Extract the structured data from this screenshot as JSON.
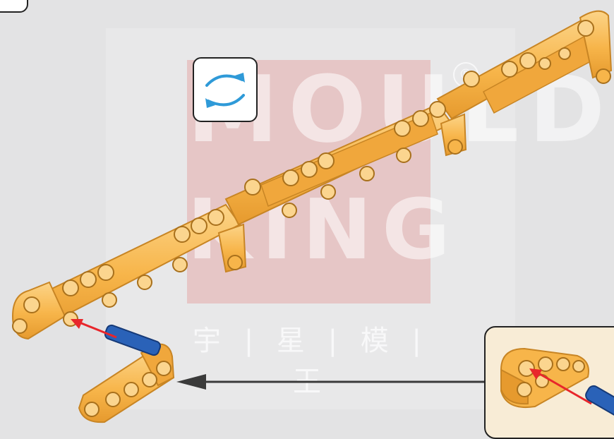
{
  "watermark": {
    "brand_line1": "MOULD",
    "brand_line2": "KING",
    "registered_mark": "®",
    "chinese_name": "宇 | 星 | 模 | 王"
  },
  "icons": {
    "rotate": "rotate-model-icon",
    "corner": "step-number-box"
  },
  "colors": {
    "background": "#e3e3e4",
    "lego_orange": "#f7b54a",
    "lego_orange_dark": "#c88524",
    "pin_blue": "#2a62b8",
    "red_arrow": "#e8262b",
    "rotate_arrow": "#2f9ad8",
    "callout_bg": "#f8ecd6"
  }
}
